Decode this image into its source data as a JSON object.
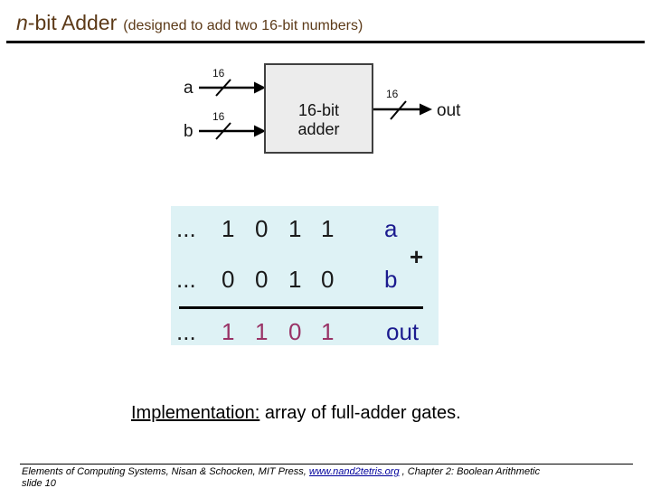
{
  "slide": {
    "title": {
      "emphasis": "n",
      "rest": "-bit Adder",
      "subtitle": "(designed to add two 16-bit numbers)"
    },
    "diagram": {
      "box_line1": "16-bit",
      "box_line2": "adder",
      "input_a_label": "a",
      "input_b_label": "b",
      "output_label": "out",
      "bus_width_a": "16",
      "bus_width_b": "16",
      "bus_width_out": "16"
    },
    "addition": {
      "plus": "+",
      "rows": [
        {
          "ellipsis": "...",
          "bits": [
            "1",
            "0",
            "1",
            "1"
          ],
          "label": "a"
        },
        {
          "ellipsis": "...",
          "bits": [
            "0",
            "0",
            "1",
            "0"
          ],
          "label": "b"
        },
        {
          "ellipsis": "...",
          "bits": [
            "1",
            "1",
            "0",
            "1"
          ],
          "label": "out"
        }
      ]
    },
    "implementation": {
      "lead": "Implementation:",
      "rest": " array of full-adder gates."
    },
    "footer": {
      "before_link": "Elements of Computing Systems, Nisan & Schocken, MIT Press, ",
      "link_text": "www.nand2tetris.org",
      "after_link": " , Chapter 2: Boolean Arithmetic",
      "slide_number": "slide 10"
    },
    "colors": {
      "title_text": "#5c3a18",
      "divider": "#000000",
      "table_bg": "#def2f5",
      "digit_black": "#1a1a1a",
      "label_navy": "#1b1b8f",
      "out_digits": "#993366",
      "link_blue": "#00009b",
      "box_fill": "#ececec",
      "box_border": "#404040"
    }
  }
}
